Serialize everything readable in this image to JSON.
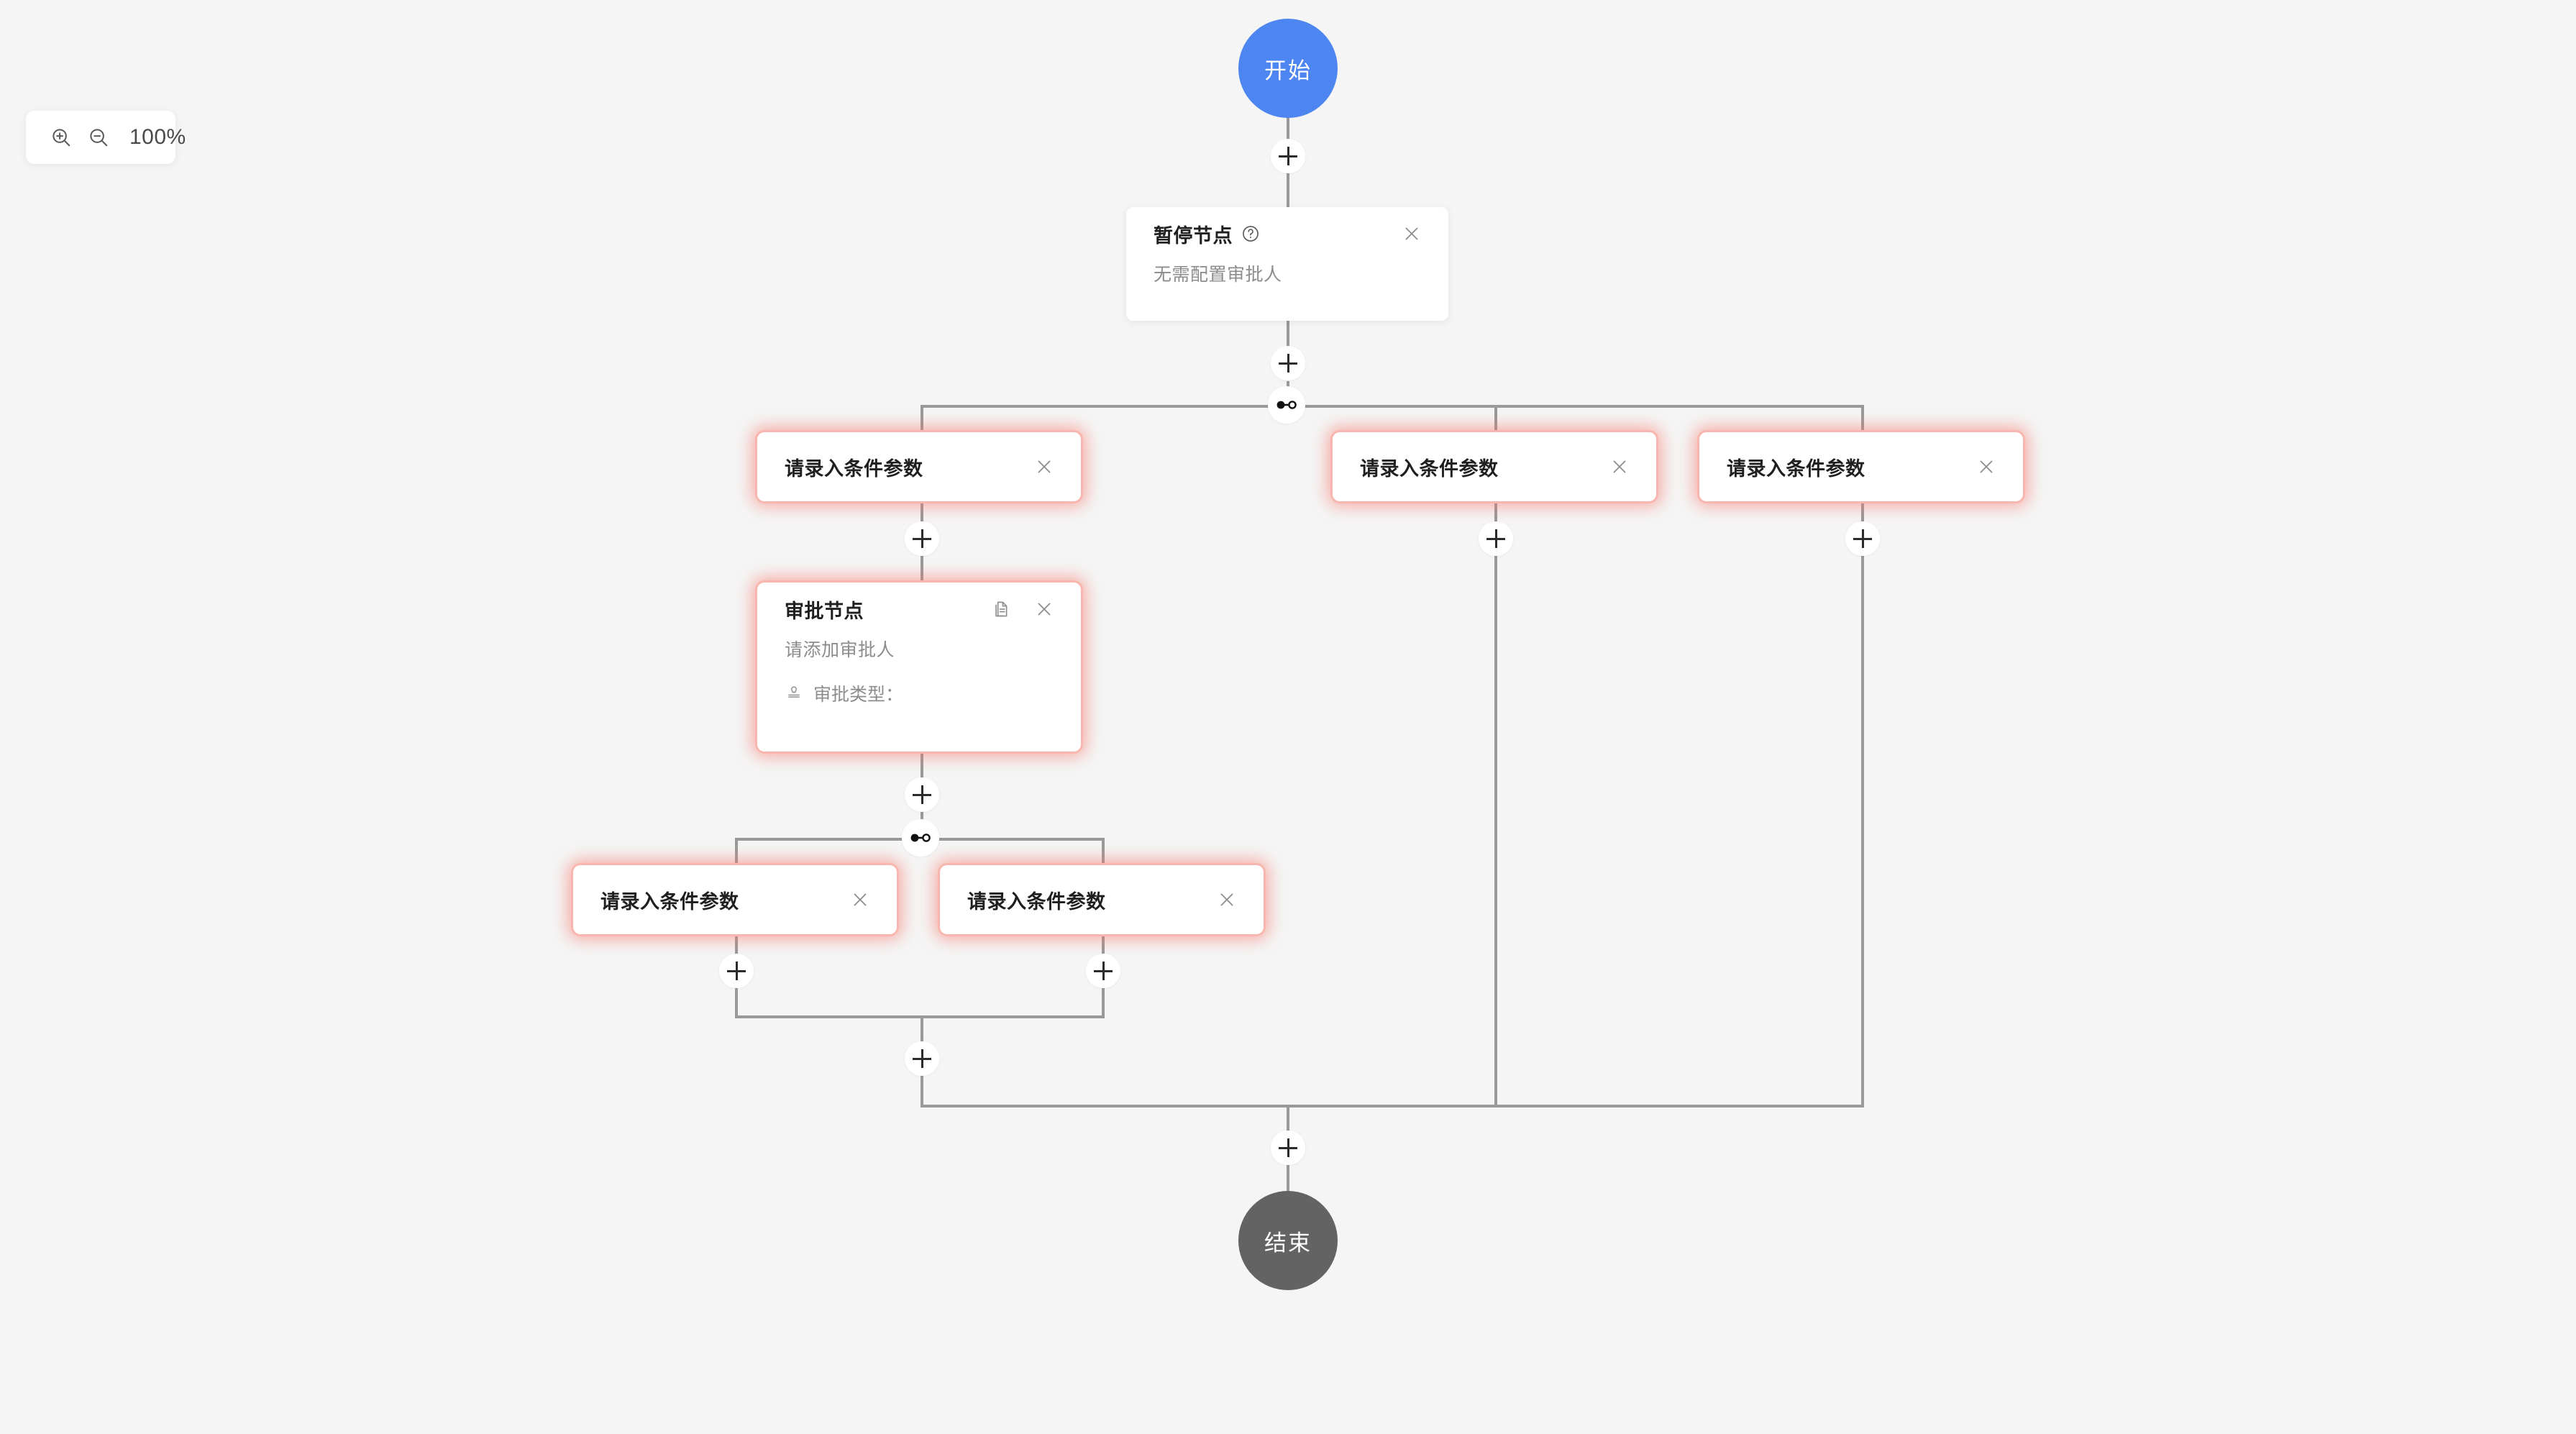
{
  "zoom_control": {
    "zoom_in_icon": "zoom-in-icon",
    "zoom_out_icon": "zoom-out-icon",
    "level": "100%"
  },
  "flow": {
    "start_node": {
      "label": "开始"
    },
    "end_node": {
      "label": "结束"
    },
    "pause_node": {
      "title": "暂停节点",
      "help_icon": "question-circle-icon",
      "close_icon": "close-icon",
      "body": "无需配置审批人"
    },
    "approval_node": {
      "title": "审批节点",
      "copy_icon": "copy-document-icon",
      "close_icon": "close-icon",
      "body": "请添加审批人",
      "type_icon": "stamp-icon",
      "type_label": "审批类型："
    },
    "branch_icon": "branch-split-icon",
    "add_icon": "plus-icon",
    "outer_conditions": [
      {
        "label": "请录入条件参数",
        "close_icon": "close-icon"
      },
      {
        "label": "请录入条件参数",
        "close_icon": "close-icon"
      },
      {
        "label": "请录入条件参数",
        "close_icon": "close-icon"
      }
    ],
    "inner_conditions": [
      {
        "label": "请录入条件参数",
        "close_icon": "close-icon"
      },
      {
        "label": "请录入条件参数",
        "close_icon": "close-icon"
      }
    ]
  },
  "colors": {
    "canvas_bg": "#f5f5f5",
    "start": "#4d86f0",
    "end": "#636363",
    "line": "#999999",
    "error_glow": "#f5756a"
  }
}
